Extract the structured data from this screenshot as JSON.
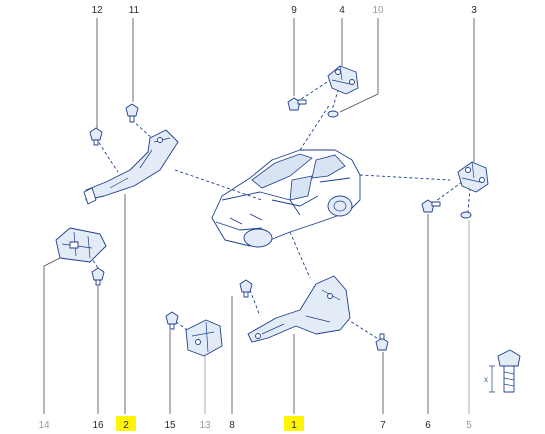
{
  "callouts": {
    "n1": "1",
    "n2": "2",
    "n3": "3",
    "n4": "4",
    "n5": "5",
    "n6": "6",
    "n7": "7",
    "n8": "8",
    "n9": "9",
    "n10": "10",
    "n11": "11",
    "n12": "12",
    "n13": "13",
    "n14": "14",
    "n15": "15",
    "n16": "16"
  },
  "highlighted": [
    "1",
    "2"
  ],
  "inset": {
    "label_x": "X"
  },
  "colors": {
    "line": "#1e3f8f",
    "highlight": "#fff500",
    "grey_label": "#9a9a9a"
  }
}
